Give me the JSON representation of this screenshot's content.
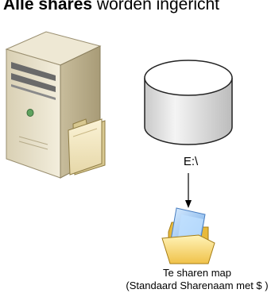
{
  "heading": {
    "bold": "Alle shares",
    "rest": " worden ingericht"
  },
  "drive": {
    "label": "E:\\"
  },
  "folder": {
    "line1": "Te sharen map",
    "line2": "(Standaard Sharenaam met $ )"
  },
  "icons": {
    "server": "server-tower-icon",
    "disk": "disk-cylinder-icon",
    "server_folder": "folder-icon",
    "shared_folder": "open-folder-icon",
    "arrow": "arrow-down-icon"
  }
}
